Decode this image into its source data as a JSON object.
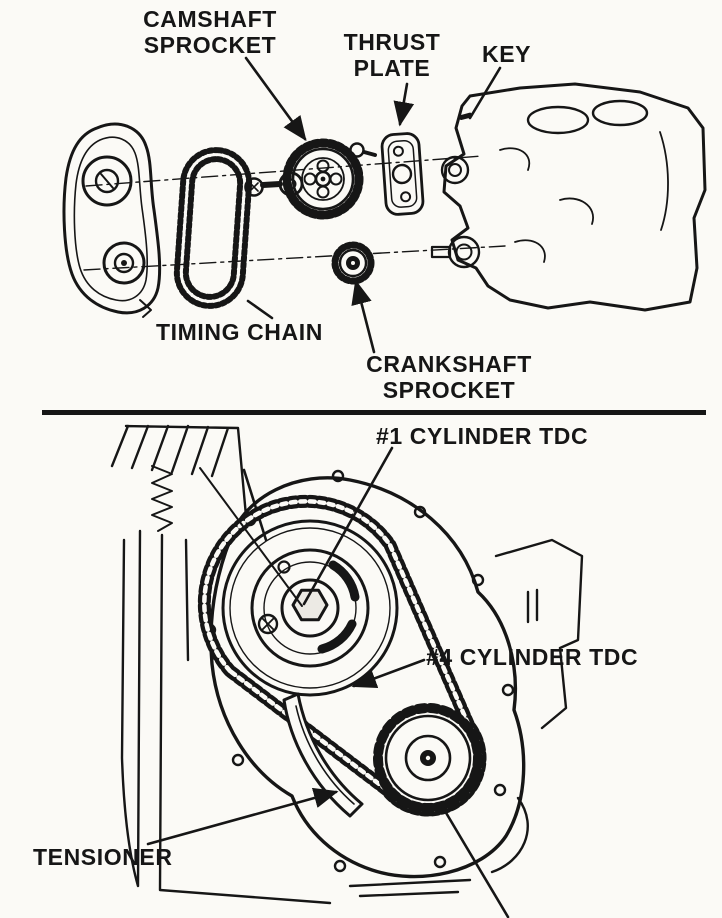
{
  "figure": {
    "kind": "engine timing chain service diagram",
    "colors": {
      "ink": "#161616",
      "paper": "#fbfaf6"
    }
  },
  "exploded_view": {
    "name": "timing components exploded view",
    "labels": {
      "camshaft_sprocket": "CAMSHAFT\nSPROCKET",
      "thrust_plate": "THRUST\nPLATE",
      "key": "KEY",
      "timing_chain": "TIMING CHAIN",
      "crankshaft_sprocket": "CRANKSHAFT\nSPROCKET"
    }
  },
  "assembled_view": {
    "name": "timing mark alignment view",
    "labels": {
      "cyl1_tdc": "#1 CYLINDER TDC",
      "cyl4_tdc": "#4 CYLINDER TDC",
      "tensioner": "TENSIONER"
    }
  }
}
